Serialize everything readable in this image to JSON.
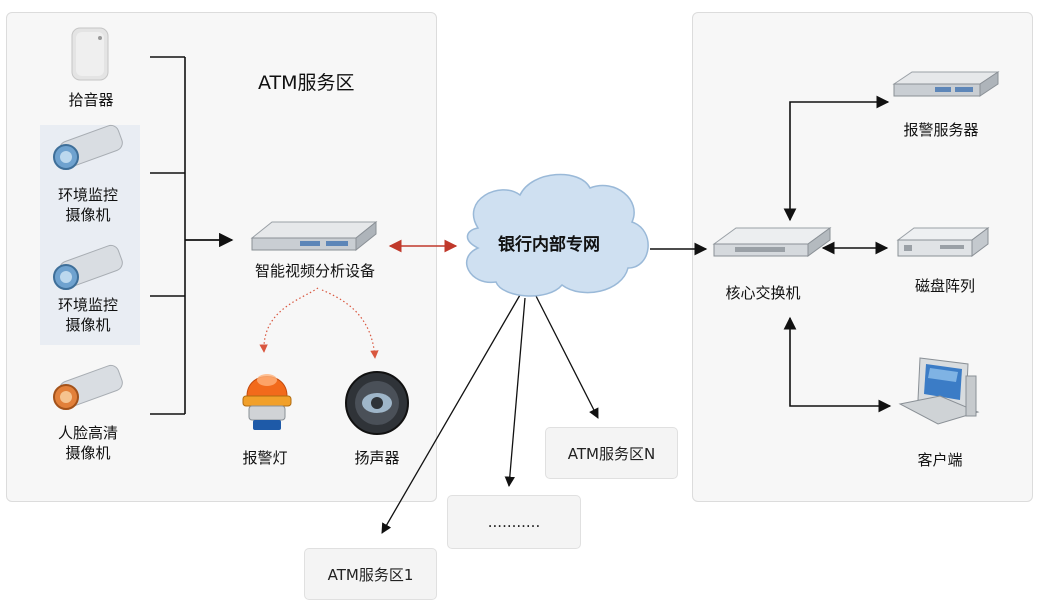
{
  "atm_zone": {
    "title": "ATM服务区",
    "devices": {
      "mic": "拾音器",
      "env_camera_1": "环境监控\n摄像机",
      "env_camera_2": "环境监控\n摄像机",
      "face_camera": "人脸高清\n摄像机",
      "analyzer": "智能视频分析设备",
      "alarm_light": "报警灯",
      "speaker": "扬声器"
    }
  },
  "network": {
    "label": "银行内部专网"
  },
  "remote_zones": {
    "zone_n": "ATM服务区N",
    "ellipsis": "...........",
    "zone_1": "ATM服务区1"
  },
  "center": {
    "core_switch": "核心交换机",
    "alarm_server": "报警服务器",
    "disk_array": "磁盘阵列",
    "client": "客户端"
  },
  "colors": {
    "line": "#111111",
    "bidirectional": "#c0392b",
    "fan_out": "#d9573f",
    "cloud": "#cfe0f1"
  }
}
